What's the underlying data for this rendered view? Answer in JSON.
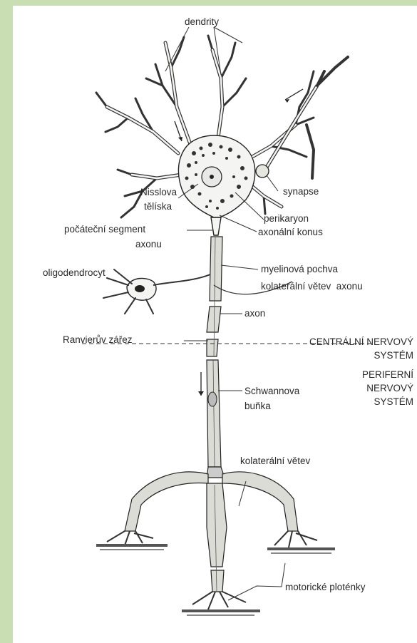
{
  "labels": {
    "dendrity": "dendrity",
    "synapse": "synapse",
    "nisslova1": "Nisslova",
    "nisslova2": "tělíska",
    "perikaryon": "perikaryon",
    "konus": "axonální konus",
    "pocatecni1": "počáteční segment",
    "pocatecni2": "axonu",
    "oligodendrocyt": "oligodendrocyt",
    "myelin": "myelinová pochva",
    "kolateral_cns": "kolaterální větev  axonu",
    "axon": "axon",
    "ranvier": "Ranvierův zářez",
    "cns1": "CENTRÁLNÍ NERVOVÝ",
    "cns2": "SYSTÉM",
    "pns1": "PERIFERNÍ",
    "pns2": "NERVOVÝ",
    "pns3": "SYSTÉM",
    "schwann1": "Schwannova",
    "schwann2": "buňka",
    "kolateral_pns": "kolaterální větev",
    "motoricke": "motorické ploténky"
  },
  "colors": {
    "background": "#c9dfb3",
    "paper": "#ffffff",
    "ink": "#2a2a2a"
  }
}
